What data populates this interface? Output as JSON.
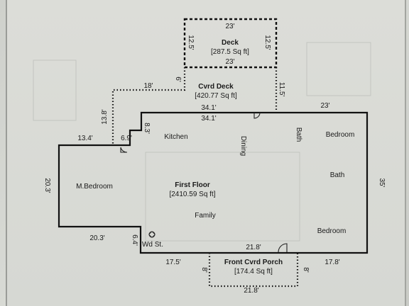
{
  "deck": {
    "name": "Deck",
    "area": "[287.5 Sq ft]",
    "top": "23'",
    "bottom": "23'",
    "left": "12.5'",
    "right": "12.5'"
  },
  "covered_deck": {
    "name": "Cvrd  Deck",
    "area": "[420.77 Sq ft]",
    "top_left": "18'",
    "left_small": "6'",
    "right": "11.5'",
    "bottom1": "34.1'",
    "bottom2": "34.1'"
  },
  "first_floor": {
    "name": "First Floor",
    "area": "[2410.59 Sq ft]"
  },
  "front_porch": {
    "name": "Front Cvrd Porch",
    "area": "[174.4 Sq ft]",
    "top": "21.8'",
    "bottom": "21.8'",
    "left": "8'",
    "right": "8'"
  },
  "rooms": {
    "kitchen": "Kitchen",
    "dining": "Dining",
    "bath1": "Bath",
    "bedroom1": "Bedroom",
    "bath2": "Bath",
    "master": "M.Bedroom",
    "family": "Family",
    "bedroom2": "Bedroom",
    "wood_stove": "Wd St."
  },
  "dimensions": {
    "left_stub_vertical": "13.8'",
    "left_top": "13.4'",
    "notch_top": "6.9'",
    "notch_side": "8.3'",
    "left_height": "20.3'",
    "left_bottom": "20.3'",
    "step_small": "6.4'",
    "bottom_left": "17.5'",
    "bottom_right": "17.8'",
    "right_top": "23'",
    "right_height": "35'"
  }
}
